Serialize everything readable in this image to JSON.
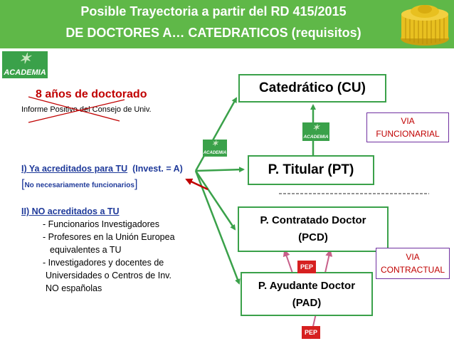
{
  "title": {
    "line1": "Posible Trayectoria a partir del RD 415/2015",
    "line2": "DE DOCTORES A… CATEDRATICOS (requisitos)"
  },
  "logos": {
    "academia_main": "ACADEMIA",
    "academia_small": "ACADEMIA",
    "academia_mid": "ACADEMIA",
    "pep": "PEP"
  },
  "left": {
    "years": "8 años de doctorado",
    "informe": "Informe Positivo del Consejo de Univ.",
    "item1_a": "I) Ya acreditados para TU",
    "item1_b": "(Invest. = A)",
    "item1_bracket_open": "[",
    "item1_note": "No necesariamente funcionarios",
    "item1_bracket_close": "]",
    "item2_title": "II) NO  acreditados a TU",
    "bullets": [
      "- Funcionarios Investigadores",
      "- Profesores en la Unión Europea",
      "equivalentes a TU",
      "- Investigadores  y  docentes de",
      "Universidades o Centros de Inv.",
      "NO españolas"
    ]
  },
  "boxes": {
    "cu": "Catedrático  (CU)",
    "pt": "P.  Titular (PT)",
    "pcd_1": "P. Contratado Doctor",
    "pcd_2": "(PCD)",
    "pad_1": "P. Ayudante Doctor",
    "pad_2": "(PAD)"
  },
  "via": {
    "funcionarial_1": "VIA",
    "funcionarial_2": "FUNCIONARIAL",
    "contractual_1": "VIA",
    "contractual_2": "CONTRACTUAL"
  },
  "colors": {
    "green": "#3aa14a",
    "title_bg": "#5fb848",
    "red": "#c00000",
    "blue": "#1f3a9a",
    "purple": "#7030a0",
    "pink": "#c8608a"
  }
}
